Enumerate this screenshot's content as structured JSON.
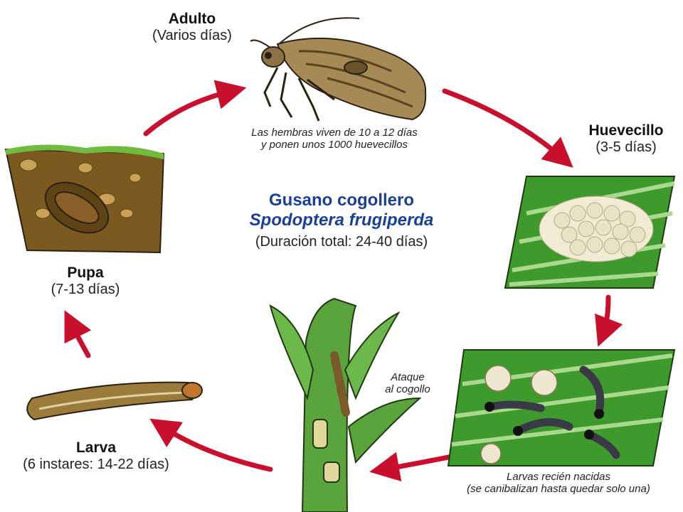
{
  "title": {
    "common_name": "Gusano cogollero",
    "scientific_name": "Spodoptera frugiperda",
    "total_duration": "(Duración total: 24-40 días)"
  },
  "stages": {
    "adult": {
      "name": "Adulto",
      "duration": "(Varios días)",
      "note_line1": "Las hembras viven de 10 a 12 días",
      "note_line2": "y ponen unos 1000 huevecillos"
    },
    "egg": {
      "name": "Huevecillo",
      "duration": "(3-5 días)"
    },
    "newborn": {
      "note_line1": "Larvas recién nacidas",
      "note_line2": "(se canibalizan hasta quedar solo una)"
    },
    "attack": {
      "note_line1": "Ataque",
      "note_line2": "al cogollo"
    },
    "larva": {
      "name": "Larva",
      "duration": "(6 instares: 14-22 días)"
    },
    "pupa": {
      "name": "Pupa",
      "duration": "(7-13 días)"
    }
  },
  "colors": {
    "arrow": "#c8102e",
    "title_blue": "#1b3f93",
    "leaf_green": "#3f9a2e",
    "soil": "#7a5a1e"
  }
}
